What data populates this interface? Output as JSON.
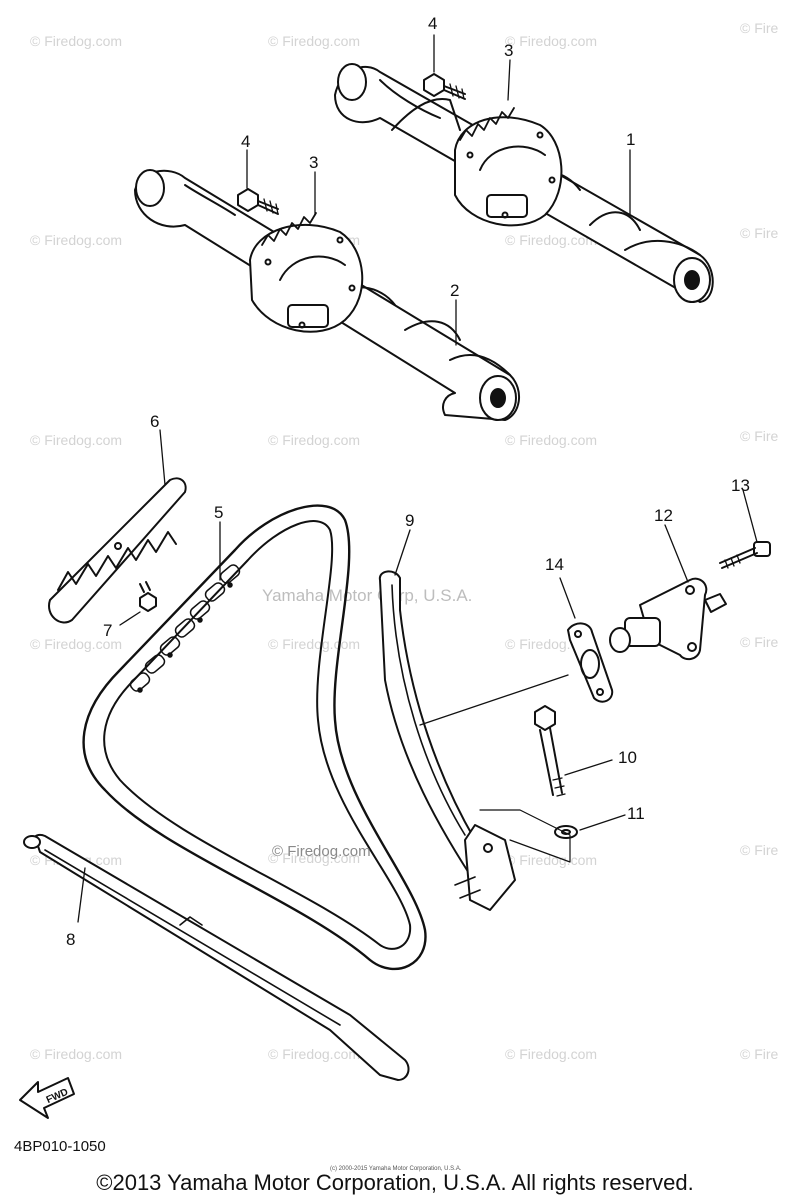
{
  "watermarks": [
    "© Firedog.com",
    "© Firedog.com",
    "© Firedog.com",
    "© Fire",
    "© Firedog.com",
    "© Firedog.com",
    "© Firedog.com",
    "© Fire",
    "© Firedog.com",
    "© Firedog.com",
    "© Firedog.com",
    "© Fire",
    "© Firedog.com",
    "© Firedog.com",
    "© Firedog.com",
    "© Fire",
    "© Firedog.com",
    "© Firedog.com",
    "© Firedog.com",
    "© Fire",
    "© Firedog.com",
    "© Firedog.com",
    "© Firedog.com",
    "© Fire"
  ],
  "callouts": {
    "n1": "1",
    "n2": "2",
    "n3a": "3",
    "n3b": "3",
    "n4a": "4",
    "n4b": "4",
    "n5": "5",
    "n6": "6",
    "n7": "7",
    "n8": "8",
    "n9": "9",
    "n10": "10",
    "n11": "11",
    "n12": "12",
    "n13": "13",
    "n14": "14"
  },
  "yamaha_mark": "Yamaha Motor Corp, U.S.A.",
  "firedog_center": "© Firedog.com",
  "fwd_label": "FWD",
  "part_code": "4BP010-1050",
  "tiny_note": "(c) 2000-2015 Yamaha Motor Corporation, U.S.A.",
  "copyright": "©2013 Yamaha Motor Corporation, U.S.A. All rights reserved."
}
